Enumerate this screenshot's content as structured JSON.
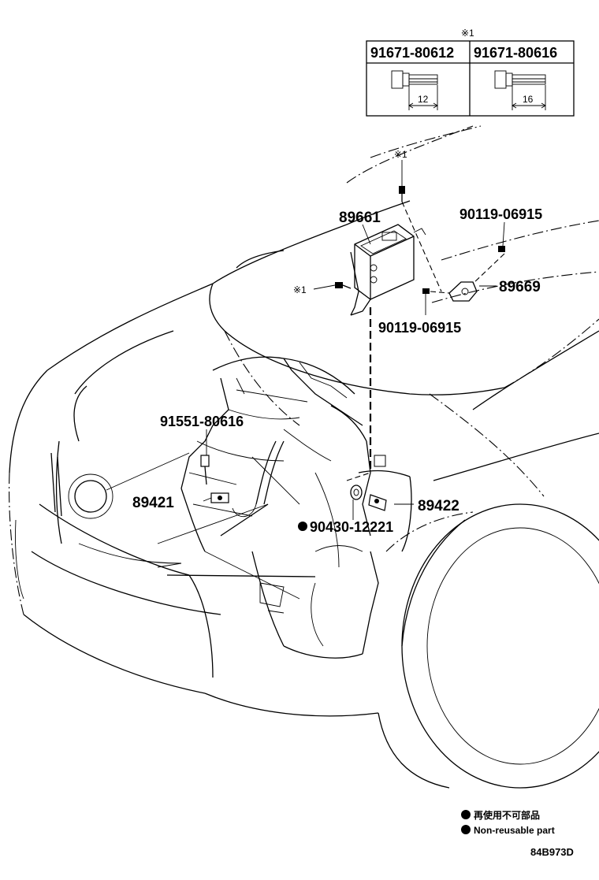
{
  "table": {
    "header_mark": "※1",
    "columns": [
      {
        "part_number": "91671-80612",
        "dimension": "12"
      },
      {
        "part_number": "91671-80616",
        "dimension": "16"
      }
    ]
  },
  "callouts": {
    "bolt_mark_top": "※1",
    "bolt_mark_left": "※1",
    "ecu": "89661",
    "bracket": "89669",
    "bolt_upper": "90119-06915",
    "bolt_lower": "90119-06915",
    "sensor_bolt": "91551-80616",
    "knock_sensor_left": "89421",
    "knock_sensor_right": "89422",
    "gasket": "90430-12221"
  },
  "legend": {
    "line1": "再使用不可部品",
    "line2": "Non-reusable part"
  },
  "figure_code": "84B973D"
}
